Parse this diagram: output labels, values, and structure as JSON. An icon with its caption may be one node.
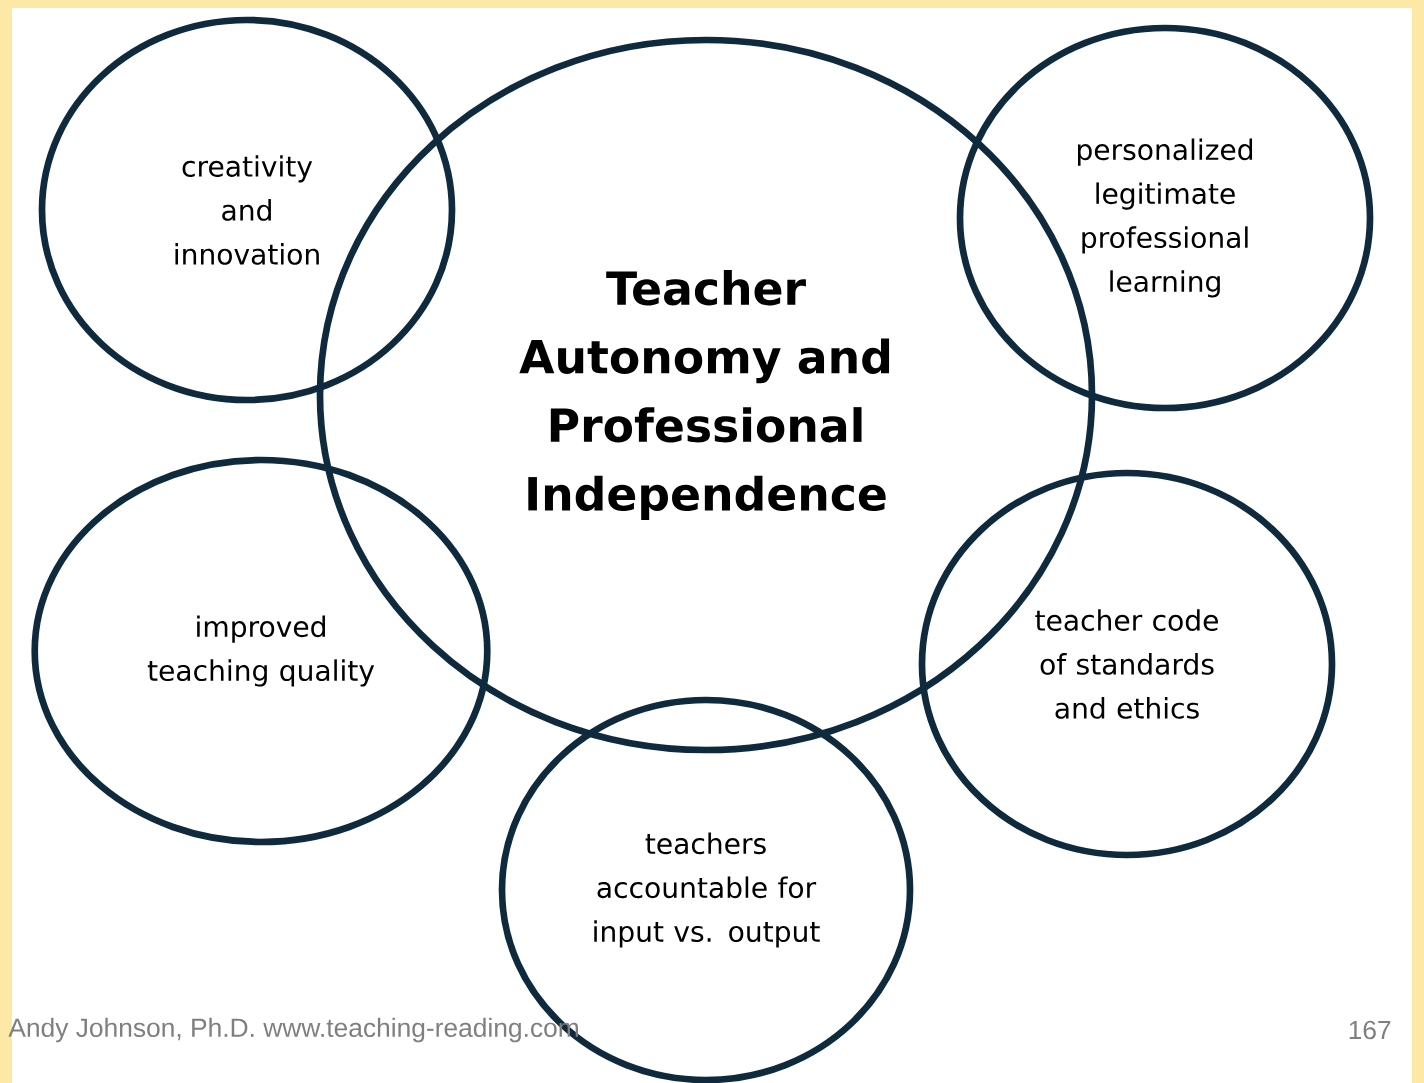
{
  "diagram": {
    "nodes": [
      {
        "text": [
          "Teacher Autonomy and Professional Independence"
        ]
      },
      {
        "text": [
          "creativity and innovation"
        ]
      },
      {
        "text": [
          "personalized legitimate professional learning"
        ]
      },
      {
        "text": [
          "improved teaching quality"
        ]
      },
      {
        "text": [
          "teacher code of standards and ethics"
        ]
      },
      {
        "text": [
          "teachers accountable for input vs. output"
        ]
      }
    ],
    "edges": [],
    "labels": [
      "Andy Johnson, Ph.D. www.teaching-reading.com",
      "167"
    ]
  }
}
